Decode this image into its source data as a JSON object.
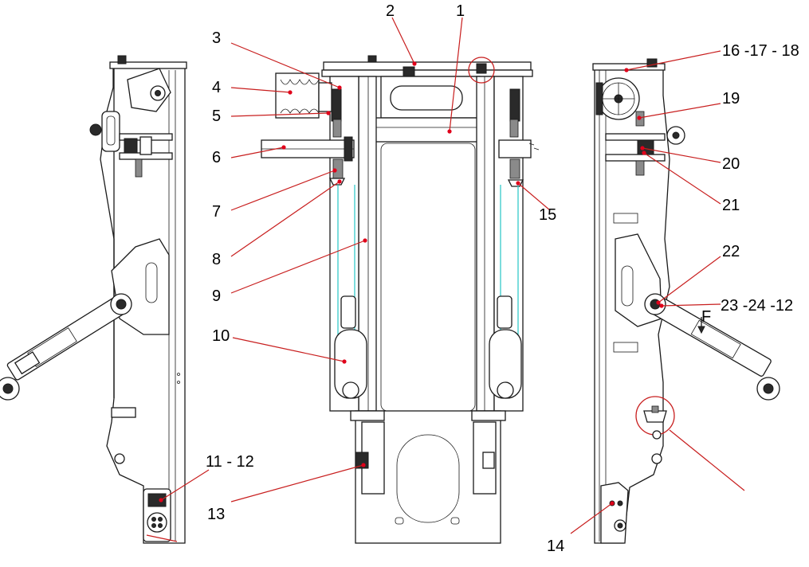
{
  "diagram": {
    "callouts": [
      {
        "id": "c1",
        "text": "1"
      },
      {
        "id": "c2",
        "text": "2"
      },
      {
        "id": "c3",
        "text": "3"
      },
      {
        "id": "c4",
        "text": "4"
      },
      {
        "id": "c5",
        "text": "5"
      },
      {
        "id": "c6",
        "text": "6"
      },
      {
        "id": "c7",
        "text": "7"
      },
      {
        "id": "c8",
        "text": "8"
      },
      {
        "id": "c9",
        "text": "9"
      },
      {
        "id": "c10",
        "text": "10"
      },
      {
        "id": "c11",
        "text": "11 - 12"
      },
      {
        "id": "c13",
        "text": "13"
      },
      {
        "id": "c14",
        "text": "14"
      },
      {
        "id": "c15",
        "text": "15"
      },
      {
        "id": "c16",
        "text": "16 -17 - 18"
      },
      {
        "id": "c19",
        "text": "19"
      },
      {
        "id": "c20",
        "text": "20"
      },
      {
        "id": "c21",
        "text": "21"
      },
      {
        "id": "c22",
        "text": "22"
      },
      {
        "id": "c23",
        "text": "23 -24 -12"
      }
    ],
    "force_label": "F"
  }
}
